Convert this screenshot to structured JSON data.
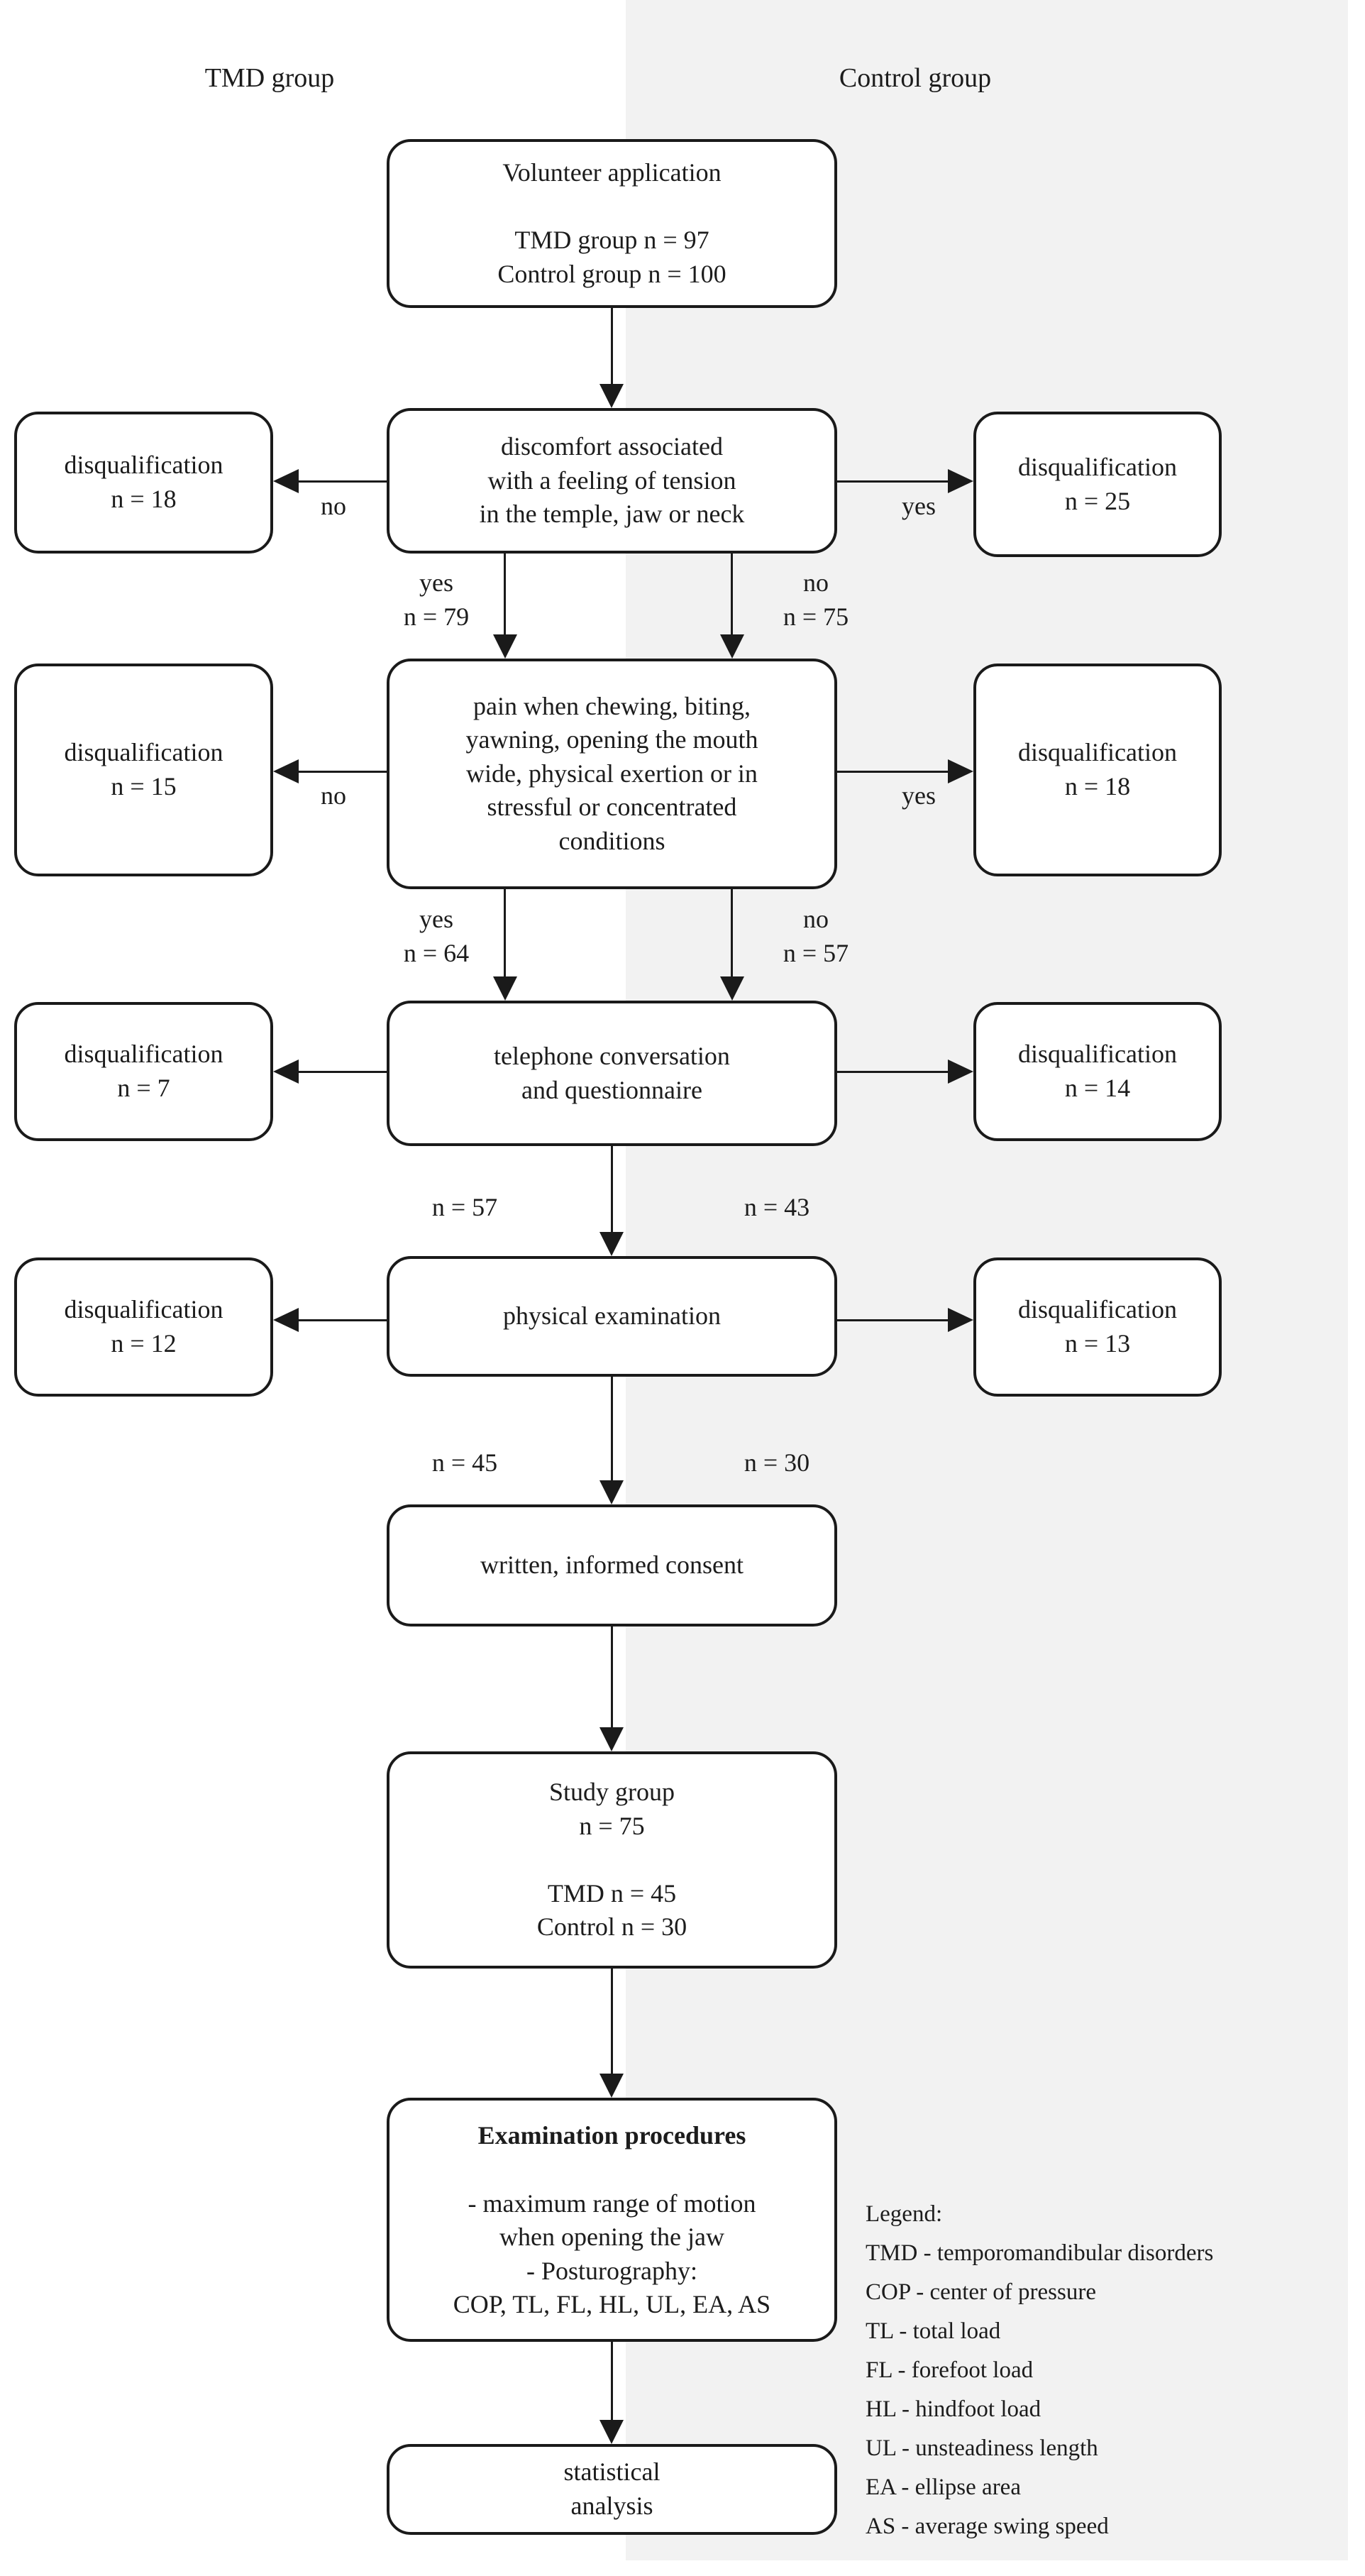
{
  "page": {
    "bg": "#ffffff",
    "panel_bg": "#f2f2f2",
    "border_color": "#1a1a1a",
    "text_color": "#1c1c1c"
  },
  "columns": {
    "left_title": "TMD group",
    "right_title": "Control group"
  },
  "boxes": {
    "volunteer": "Volunteer application\n\nTMD group n = 97\nControl group n = 100",
    "discomfort": "discomfort associated\nwith a feeling of tension\nin the temple, jaw or neck",
    "pain": "pain when chewing, biting,\nyawning, opening the mouth\nwide, physical exertion or in\nstressful or concentrated\nconditions",
    "telephone": "telephone conversation\nand questionnaire",
    "physical": "physical examination",
    "consent": "written, informed consent",
    "study": "Study group\nn = 75\n\nTMD n = 45\nControl n = 30",
    "exam_title": "Examination procedures",
    "exam_body": "- maximum range of motion\nwhen opening the jaw\n- Posturography:\nCOP, TL, FL, HL, UL, EA, AS",
    "statistical": "statistical\nanalysis"
  },
  "disqualification": {
    "left": [
      {
        "text": "disqualification\nn = 18"
      },
      {
        "text": "disqualification\nn = 15"
      },
      {
        "text": "disqualification\nn = 7"
      },
      {
        "text": "disqualification\nn = 12"
      }
    ],
    "right": [
      {
        "text": "disqualification\nn = 25"
      },
      {
        "text": "disqualification\nn = 18"
      },
      {
        "text": "disqualification\nn = 14"
      },
      {
        "text": "disqualification\nn = 13"
      }
    ]
  },
  "branch_labels": {
    "row1_left": "no",
    "row1_right": "yes",
    "row1_down_left": "yes\nn = 79",
    "row1_down_right": "no\nn = 75",
    "row2_left": "no",
    "row2_right": "yes",
    "row2_down_left": "yes\nn = 64",
    "row2_down_right": "no\nn = 57",
    "row3_down_left": "n = 57",
    "row3_down_right": "n = 43",
    "row4_down_left": "n = 45",
    "row4_down_right": "n = 30"
  },
  "legend": {
    "title": "Legend:",
    "items": [
      "TMD - temporomandibular disorders",
      "COP - center of pressure",
      "TL - total load",
      "FL - forefoot load",
      "HL - hindfoot load",
      "UL - unsteadiness length",
      "EA - ellipse area",
      "AS - average swing speed"
    ]
  }
}
